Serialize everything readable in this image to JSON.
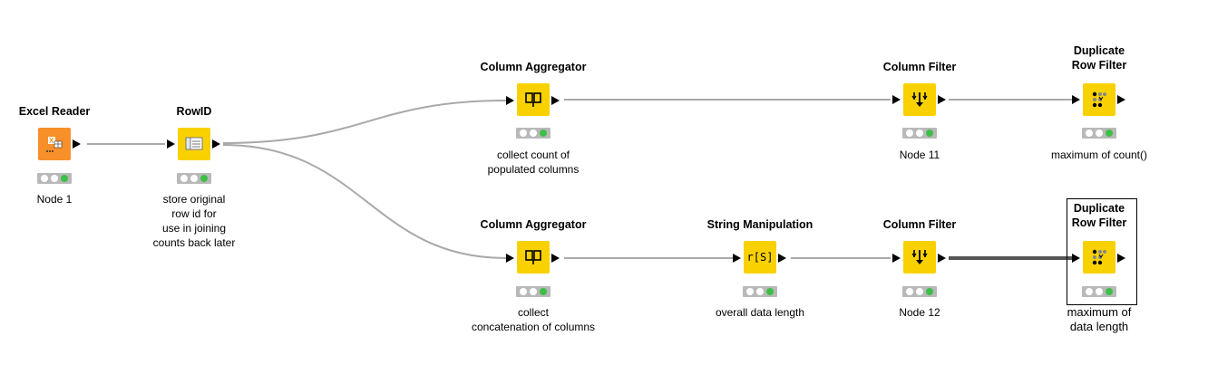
{
  "nodes": {
    "excel_reader": {
      "title": "Excel Reader",
      "label": "Node 1",
      "icon": "excel-icon",
      "color": "#f7902a"
    },
    "rowid": {
      "title": "RowID",
      "label": "store original\nrow id for\nuse in joining\ncounts back later",
      "icon": "rowid-icon",
      "color": "#f9d100"
    },
    "col_agg_top": {
      "title": "Column Aggregator",
      "label": "collect count of\npopulated columns",
      "icon": "aggregator-icon",
      "color": "#f9d100"
    },
    "col_filter_top": {
      "title": "Column Filter",
      "label": "Node 11",
      "icon": "column-filter-icon",
      "color": "#f9d100"
    },
    "dup_filter_top": {
      "title": "Duplicate\nRow Filter",
      "label": "maximum of count()",
      "icon": "duplicate-filter-icon",
      "color": "#f9d100"
    },
    "col_agg_bottom": {
      "title": "Column Aggregator",
      "label": "collect\nconcatenation of columns",
      "icon": "aggregator-icon",
      "color": "#f9d100"
    },
    "string_manip": {
      "title": "String Manipulation",
      "label": "overall data length",
      "icon_text": "r[S]",
      "icon": "string-manipulation-icon",
      "color": "#f9d100"
    },
    "col_filter_bottom": {
      "title": "Column Filter",
      "label": "Node 12",
      "icon": "column-filter-icon",
      "color": "#f9d100"
    },
    "dup_filter_bottom": {
      "title": "Duplicate\nRow Filter",
      "label": "maximum of\ndata length",
      "icon": "duplicate-filter-icon",
      "color": "#f9d100"
    }
  },
  "status": {
    "color_off": "#ffffff",
    "color_on": "#3fbf48",
    "panel": "#b9b9b9"
  },
  "wires": {
    "color": "#a9a9a9",
    "selected_color": "#555555"
  }
}
